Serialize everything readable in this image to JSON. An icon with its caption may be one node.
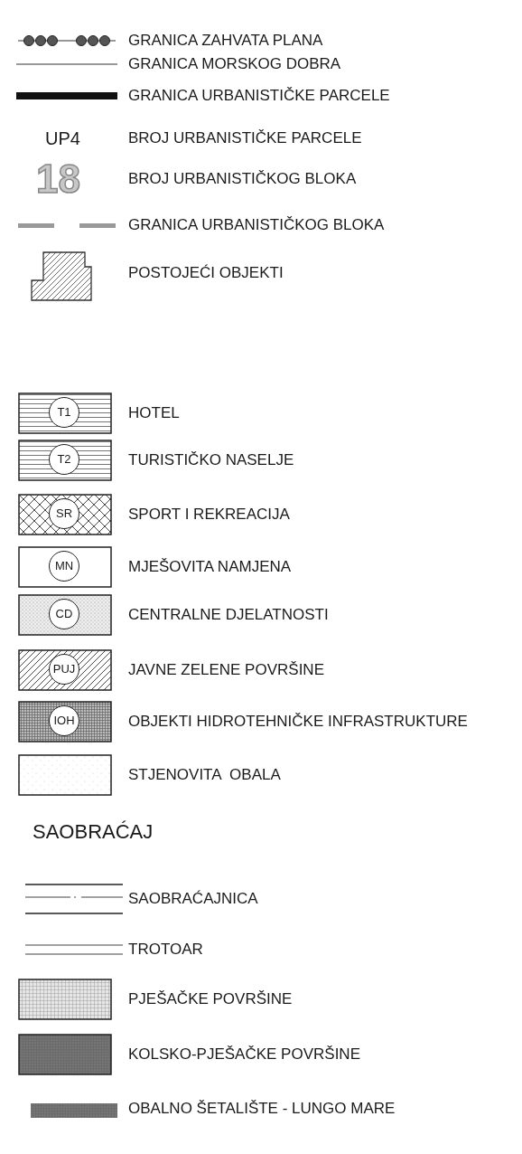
{
  "diagram": {
    "labels": [
      "UP4",
      "18",
      "T1",
      "T2",
      "SR",
      "MN",
      "CD",
      "PUJ",
      "IOH",
      "SAOBRAĆAJ"
    ],
    "legend": [
      {
        "text": "GRANICA ZAHVATA PLANA"
      },
      {
        "text": "GRANICA MORSKOG DOBRA"
      },
      {
        "text": "GRANICA URBANISTIČKE PARCELE"
      },
      {
        "text": "BROJ URBANISTIČKE PARCELE"
      },
      {
        "text": "BROJ URBANISTIČKOG BLOKA"
      },
      {
        "text": "GRANICA URBANISTIČKOG BLOKA"
      },
      {
        "text": "POSTOJEĆI OBJEKTI"
      },
      {
        "text": "HOTEL"
      },
      {
        "text": "TURISTIČKO NASELJE"
      },
      {
        "text": "SPORT I REKREACIJA"
      },
      {
        "text": "MJEŠOVITA NAMJENA"
      },
      {
        "text": "CENTRALNE DJELATNOSTI"
      },
      {
        "text": "JAVNE ZELENE POVRŠINE"
      },
      {
        "text": "OBJEKTI HIDROTEHNIČKE INFRASTRUKTURE"
      },
      {
        "text": "STJENOVITA  OBALA"
      },
      {
        "text": "SAOBRAĆAJNICA"
      },
      {
        "text": "TROTOAR"
      },
      {
        "text": "PJEŠAČKE POVRŠINE"
      },
      {
        "text": "KOLSKO-PJEŠAČKE POVRŠINE"
      },
      {
        "text": "OBALNO ŠETALIŠTE - LUNGO MARE"
      }
    ]
  }
}
